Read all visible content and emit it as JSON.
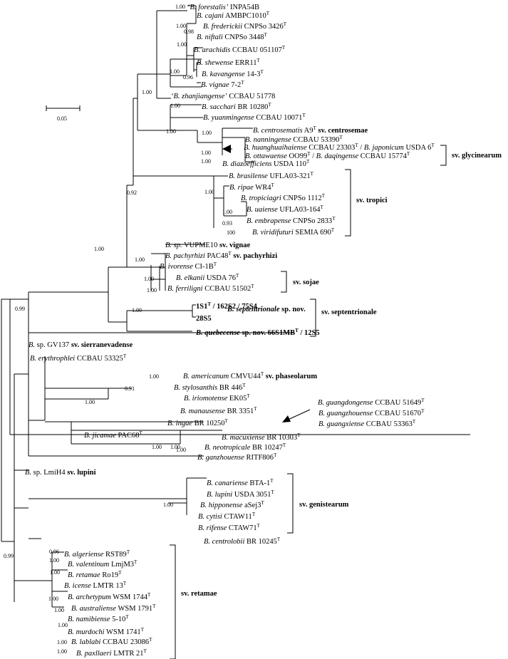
{
  "scale_bar": {
    "label": "0.05"
  },
  "leaves": [
    {
      "id": "forestalis",
      "genus": "‘B.",
      "species": "forestalis’",
      "rest": " INPA54B"
    },
    {
      "id": "cajani",
      "genus": "B.",
      "species": "cajani",
      "rest": " AMBPC1010",
      "sup": "T"
    },
    {
      "id": "frederickii",
      "genus": "B.",
      "species": "frederickii",
      "rest": " CNPSo 3426",
      "sup": "T"
    },
    {
      "id": "niftali",
      "genus": "B.",
      "species": "niftali",
      "rest": " CNPSo 3448",
      "sup": "T"
    },
    {
      "id": "arachidis",
      "genus": "B.",
      "species": "arachidis",
      "rest": " CCBAU 051107",
      "sup": "T"
    },
    {
      "id": "shewense",
      "genus": "B.",
      "species": "shewense",
      "rest": " ERR11",
      "sup": "T"
    },
    {
      "id": "kavangense",
      "genus": "B.",
      "species": "kavangense",
      "rest": " 14-3",
      "sup": "T"
    },
    {
      "id": "vignae",
      "genus": "B.",
      "species": "vignae",
      "rest": " 7-2",
      "sup": "T"
    },
    {
      "id": "zhanjiangense",
      "genus": "‘B.",
      "species": "zhanjiangense’",
      "rest": " CCBAU 51778"
    },
    {
      "id": "sacchari",
      "genus": "B.",
      "species": "sacchari",
      "rest": " BR 10280",
      "sup": "T"
    },
    {
      "id": "yuanmingense",
      "genus": "B.",
      "species": "yuanmingense",
      "rest": " CCBAU 10071",
      "sup": "T"
    },
    {
      "id": "centrosematis",
      "genus": "B.",
      "species": "centrosematis",
      "rest": " A9",
      "sup": "T",
      "sv": " sv. centrosemae"
    },
    {
      "id": "nanningense",
      "genus": "B.",
      "species": "nanningense",
      "rest": " CCBAU 53390",
      "sup": "T"
    },
    {
      "id": "huanghuaihaiense",
      "genus": "B.",
      "species": "huanghuaihaiense",
      "rest": " CCBAU 23303",
      "sup": "T",
      "rest2": " / ",
      "genus2": "B.",
      "species2": "japonicum",
      "rest3": " USDA 6",
      "sup3": "T"
    },
    {
      "id": "ottawaense",
      "genus": "B.",
      "species": "ottawaense",
      "rest": " OO99",
      "sup": "T",
      "rest2": " / ",
      "genus2": "B.",
      "species2": "daqingense",
      "rest3": " CCBAU 15774",
      "sup3": "T"
    },
    {
      "id": "diazoefficiens",
      "genus": "B.",
      "species": "diazoefficiens",
      "rest": " USDA 110",
      "sup": "T"
    },
    {
      "id": "brasilense",
      "genus": "B.",
      "species": "brasilense",
      "rest": " UFLA03-321",
      "sup": "T"
    },
    {
      "id": "ripae",
      "genus": "B.",
      "species": "ripae",
      "rest": " WR4",
      "sup": "T"
    },
    {
      "id": "tropiciagri",
      "genus": "B.",
      "species": "tropiciagri",
      "rest": " CNPSo 1112",
      "sup": "T"
    },
    {
      "id": "uaiense",
      "genus": "B.",
      "species": "uaiense",
      "rest": " UFLA03-164",
      "sup": "T"
    },
    {
      "id": "embrapense",
      "genus": "B.",
      "species": "embrapense",
      "rest": " CNPSo 2833",
      "sup": "T"
    },
    {
      "id": "viridifuturi",
      "genus": "B.",
      "species": "viridifuturi",
      "rest": " SEMIA 690",
      "sup": "T"
    },
    {
      "id": "vupme10",
      "genus": "B.",
      "species": "sp.",
      "rest": " VUPME10",
      "sv": " sv. vignae"
    },
    {
      "id": "pachyrhizi",
      "genus": "B.",
      "species": "pachyrhizi",
      "rest": " PAC48",
      "sup": "T",
      "sv": " sv. pachyrhizi"
    },
    {
      "id": "ivorense",
      "genus": "B.",
      "species": "ivorense",
      "rest": " CI-1B",
      "sup": "T"
    },
    {
      "id": "elkanii",
      "genus": "B.",
      "species": "elkanii",
      "rest": " USDA 76",
      "sup": "T"
    },
    {
      "id": "ferriligni",
      "genus": "B.",
      "species": "ferriligni",
      "rest": " CCBAU 51502",
      "sup": "T"
    },
    {
      "id": "sept1",
      "bold1": "1S1",
      "bsup": "T",
      "bold2": " / 162S2 / 75S4"
    },
    {
      "id": "sept2",
      "bold1": "28S5"
    },
    {
      "id": "quebecense",
      "genus": "B.",
      "species": "quebecense",
      "rest": " sp. nov. 66S1MB",
      "sup": "T",
      "rest2": " / 12S5",
      "bold": true
    },
    {
      "id": "gv137",
      "genus": "B.",
      "species": "",
      "rest": "sp. GV137",
      "sv": " sv. sierranevadense"
    },
    {
      "id": "erythrophlei",
      "genus": "B.",
      "species": "erythrophlei",
      "rest": " CCBAU 53325",
      "sup": "T"
    },
    {
      "id": "americanum",
      "genus": "B.",
      "species": "americanum",
      "rest": " CMVU44",
      "sup": "T",
      "sv": " sv. phaseolarum"
    },
    {
      "id": "stylosanthis",
      "genus": "B.",
      "species": "stylosanthis",
      "rest": " BR 446",
      "sup": "T"
    },
    {
      "id": "iriomotense",
      "genus": "B.",
      "species": "iriomotense",
      "rest": " EK05",
      "sup": "T"
    },
    {
      "id": "manausense",
      "genus": "B.",
      "species": "manausense",
      "rest": " BR 3351",
      "sup": "T"
    },
    {
      "id": "ingae",
      "genus": "B.",
      "species": "ingae",
      "rest": " BR 10250",
      "sup": "T"
    },
    {
      "id": "jicamae",
      "genus": "B.",
      "species": "jicamae",
      "rest": " PAC68",
      "sup": "T"
    },
    {
      "id": "guangdongense",
      "genus": "B.",
      "species": "guangdongense",
      "rest": " CCBAU 51649",
      "sup": "T"
    },
    {
      "id": "guangzhouense",
      "genus": "B.",
      "species": "guangzhouense",
      "rest": " CCBAU 51670",
      "sup": "T"
    },
    {
      "id": "guangxiense",
      "genus": "B.",
      "species": "guangxiense",
      "rest": " CCBAU 53363",
      "sup": "T"
    },
    {
      "id": "macuxiense",
      "genus": "B.",
      "species": "macuxiense",
      "rest": " BR 10303",
      "sup": "T"
    },
    {
      "id": "neotropicale",
      "genus": "B.",
      "species": "neotropicale",
      "rest": " BR 10247",
      "sup": "T"
    },
    {
      "id": "ganzhouense",
      "genus": "B.",
      "species": "ganzhouense",
      "rest": " RITF806",
      "sup": "T"
    },
    {
      "id": "lmih4",
      "genus": "B.",
      "species": "",
      "rest": "sp. LmiH4",
      "sv": " sv. lupini"
    },
    {
      "id": "canariense",
      "genus": "B.",
      "species": "canariense",
      "rest": " BTA-1",
      "sup": "T"
    },
    {
      "id": "lupini",
      "genus": "B.",
      "species": "lupini",
      "rest": " USDA 3051",
      "sup": "T"
    },
    {
      "id": "hipponense",
      "genus": "B.",
      "species": "hipponense",
      "rest": " aSej3",
      "sup": "T"
    },
    {
      "id": "cytisi",
      "genus": "B.",
      "species": "cytisi",
      "rest": " CTAW11",
      "sup": "T"
    },
    {
      "id": "rifense",
      "genus": "B.",
      "species": "rifense",
      "rest": " CTAW71",
      "sup": "T"
    },
    {
      "id": "centrolobii",
      "genus": "B.",
      "species": "centrolobii",
      "rest": " BR 10245",
      "sup": "T"
    },
    {
      "id": "algeriense",
      "genus": "B.",
      "species": "algeriense",
      "rest": " RST89",
      "sup": "T"
    },
    {
      "id": "valentinum",
      "genus": "B.",
      "species": "valentinum",
      "rest": " LmjM3",
      "sup": "T"
    },
    {
      "id": "retamae",
      "genus": "B.",
      "species": "retamae",
      "rest": " Ro19",
      "sup": "T"
    },
    {
      "id": "icense",
      "genus": "B.",
      "species": "icense",
      "rest": " LMTR 13",
      "sup": "T"
    },
    {
      "id": "archetypum",
      "genus": "B.",
      "species": "archetypum",
      "rest": " WSM 1744",
      "sup": "T"
    },
    {
      "id": "australiense",
      "genus": "B.",
      "species": "australiense",
      "rest": " WSM 1791",
      "sup": "T"
    },
    {
      "id": "namibiense",
      "genus": "B.",
      "species": "namibiense",
      "rest": " 5-10",
      "sup": "T"
    },
    {
      "id": "murdochi",
      "genus": "B.",
      "species": "murdochi",
      "rest": " WSM 1741",
      "sup": "T"
    },
    {
      "id": "lablabi",
      "genus": "B.",
      "species": "lablabi",
      "rest": " CCBAU 23086",
      "sup": "T"
    },
    {
      "id": "paxllaeri",
      "genus": "B.",
      "species": "paxllaeri",
      "rest": " LMTR 21",
      "sup": "T"
    }
  ],
  "septentrionale_label": {
    "genus": "B.",
    "species": "septentrionale",
    "rest": " sp. nov."
  },
  "symbiovars": [
    {
      "id": "glycinearum",
      "label": "sv. glycinearum"
    },
    {
      "id": "tropici",
      "label": "sv. tropici"
    },
    {
      "id": "sojae",
      "label": "sv. sojae"
    },
    {
      "id": "septentrionale",
      "label": "sv. septentrionale"
    },
    {
      "id": "genistearum",
      "label": "sv. genistearum"
    },
    {
      "id": "retamae",
      "label": "sv. retamae"
    }
  ],
  "support_values": [
    "1.00",
    "0.98",
    "1.00",
    "1.00",
    "0.96",
    "1.00",
    "1.00",
    "1.00",
    "1.00",
    "1.00",
    "1.00",
    "1.00",
    "1.00",
    "1.00",
    "0.93",
    "100",
    "0.92",
    "1.00",
    "1.00",
    "1.00",
    "1.00",
    "1.00",
    "0.99",
    "1.00",
    "0.91",
    "1.00",
    "1.00",
    "1.00",
    "1.00",
    "1.00",
    "0.99",
    "0.96",
    "1.00",
    "1.00",
    "1.00",
    "1.00",
    "1.00",
    "1.00",
    "1.00"
  ]
}
